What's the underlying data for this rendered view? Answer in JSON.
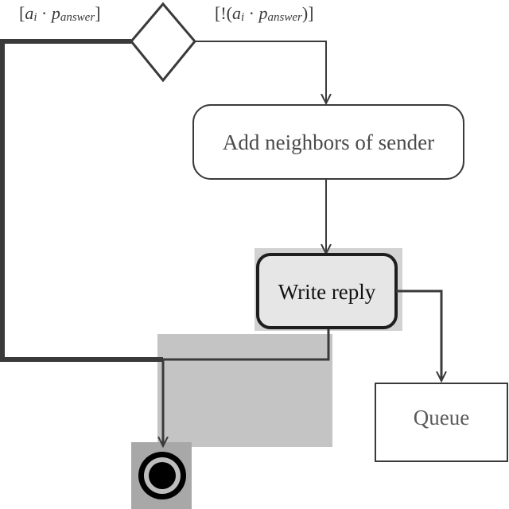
{
  "guards": {
    "left": {
      "open": "[",
      "var": "a",
      "sub_i": "i",
      "op": " · ",
      "p": "p",
      "sub_answer": "answer",
      "close": "]"
    },
    "right": {
      "open": "[!(",
      "var": "a",
      "sub_i": "i",
      "op": " · ",
      "p": "p",
      "sub_answer": "answer",
      "close": ")]"
    }
  },
  "nodes": {
    "add_neighbors": "Add neighbors of sender",
    "write_reply": "Write reply",
    "queue": "Queue"
  },
  "colors": {
    "line": "#3a3a3a",
    "write_reply_fill": "#e6e6e6",
    "highlight": "#c4c4c4",
    "end_node": "#000000"
  }
}
